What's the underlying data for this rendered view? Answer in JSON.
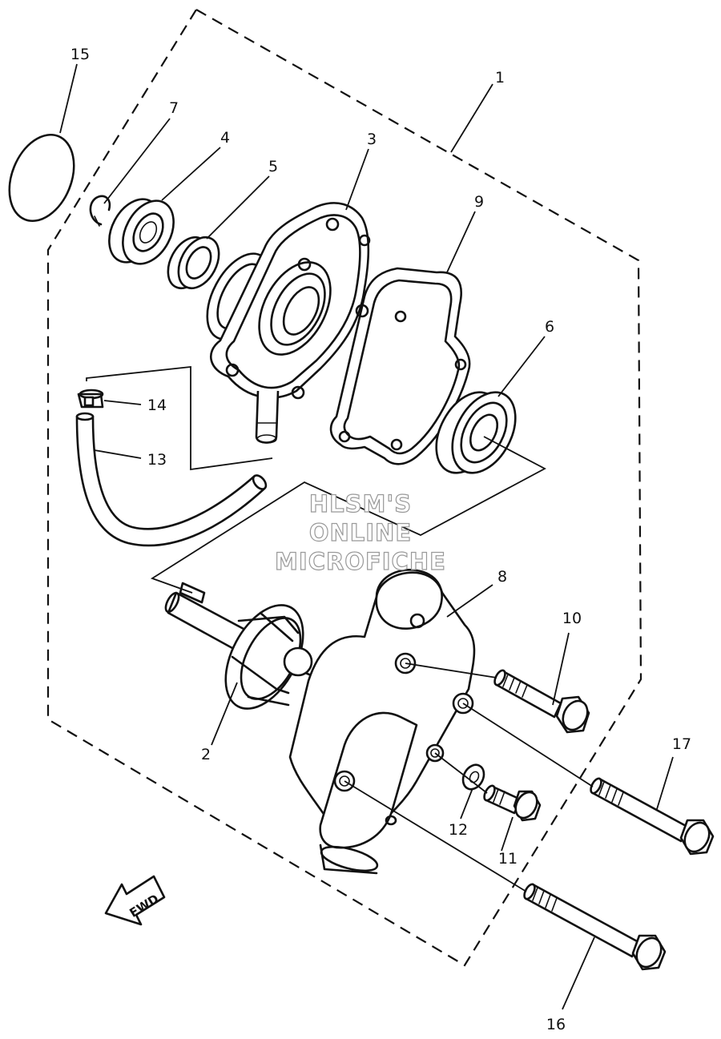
{
  "callouts": [
    {
      "id": "1",
      "label": "1"
    },
    {
      "id": "2",
      "label": "2"
    },
    {
      "id": "3",
      "label": "3"
    },
    {
      "id": "4",
      "label": "4"
    },
    {
      "id": "5",
      "label": "5"
    },
    {
      "id": "6",
      "label": "6"
    },
    {
      "id": "7",
      "label": "7"
    },
    {
      "id": "8",
      "label": "8"
    },
    {
      "id": "9",
      "label": "9"
    },
    {
      "id": "10",
      "label": "10"
    },
    {
      "id": "11",
      "label": "11"
    },
    {
      "id": "12",
      "label": "12"
    },
    {
      "id": "13",
      "label": "13"
    },
    {
      "id": "14",
      "label": "14"
    },
    {
      "id": "15",
      "label": "15"
    },
    {
      "id": "16",
      "label": "16"
    },
    {
      "id": "17",
      "label": "17"
    }
  ],
  "direction_arrow": {
    "label": "FWD"
  },
  "watermark": {
    "line1": "HLSM'S",
    "line2": "ONLINE",
    "line3": "MICROFICHE"
  }
}
